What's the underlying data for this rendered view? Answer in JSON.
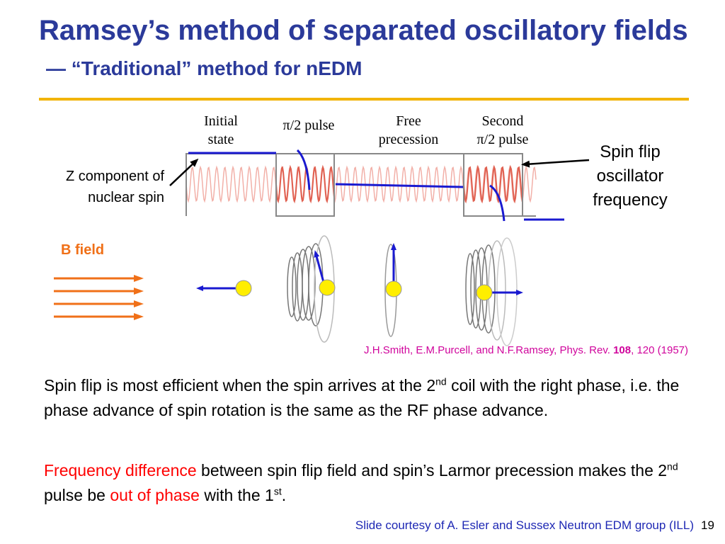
{
  "slide": {
    "title_main": "Ramsey’s method of separated oscillatory fields",
    "title_sub": "— “Traditional” method for nEDM"
  },
  "diagram": {
    "labels": {
      "initial_state_line1": "Initial",
      "initial_state_line2": "state",
      "pi2_pulse": "/2 pulse",
      "free_precession_line1": "Free",
      "free_precession_line2": "precession",
      "second_pulse_line1": "Second",
      "second_pulse_line2": "/2 pulse",
      "pi_symbol": "π",
      "z_component_line1": "Z component of",
      "z_component_line2": "nuclear spin",
      "spin_flip_line1": "Spin flip",
      "spin_flip_line2": "oscillator",
      "spin_flip_line3": "frequency",
      "b_field": "B field"
    },
    "colors": {
      "spin_line": "#1a1ad0",
      "rf_wave": "#e87060",
      "b_arrows": "#f07018",
      "particle": "#ffee00",
      "gate_box": "#808080"
    }
  },
  "reference": {
    "text_before_bold": "J.H.Smith, E.M.Purcell, and N.F.Ramsey, Phys. Rev. ",
    "bold": "108",
    "text_after_bold": ", 120 (1957)"
  },
  "paragraph1": {
    "part1": "Spin flip is most efficient when the spin arrives at the 2",
    "sup": "nd",
    "part2": " coil with the right phase, i.e. the phase advance of spin rotation is the same as the RF phase advance."
  },
  "paragraph2": {
    "red1": "Frequency difference",
    "part1": " between spin flip field and spin’s Larmor precession makes the 2",
    "sup1": "nd",
    "part2": " pulse be ",
    "red2": "out of phase",
    "part3": " with the 1",
    "sup2": "st",
    "part4": "."
  },
  "footer": {
    "credit": "Slide courtesy of A. Esler and Sussex Neutron EDM group (ILL)",
    "page_number": "19"
  }
}
